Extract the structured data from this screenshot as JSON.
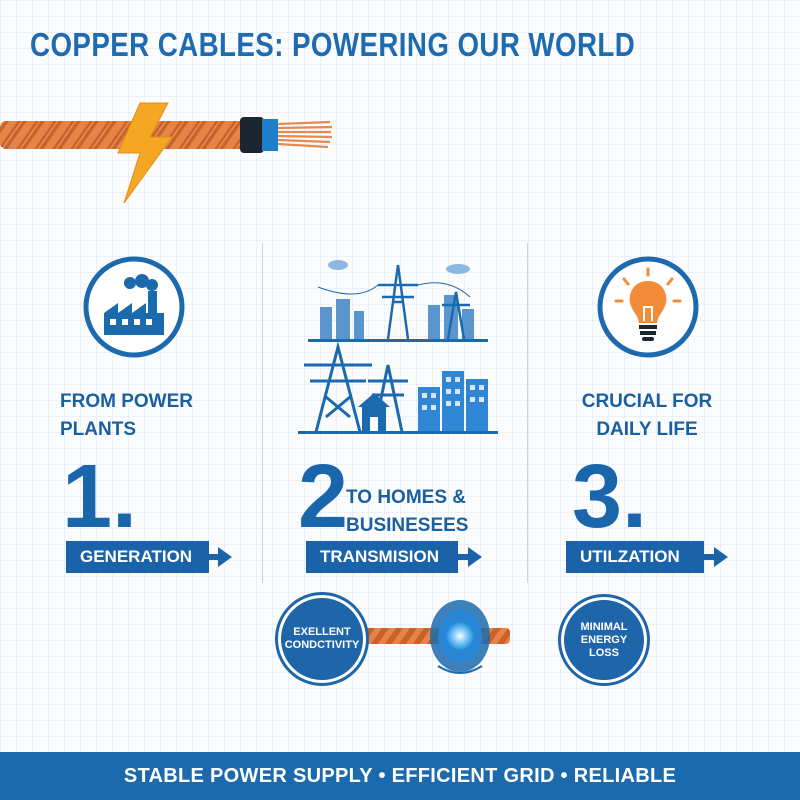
{
  "title": "COPPER CABLES: POWERING OUR WORLD",
  "columns": [
    {
      "caption_line1": "FROM POWER",
      "caption_line2": "PLANTS",
      "number": "1.",
      "label": "GENERATION",
      "icon": "factory-icon"
    },
    {
      "caption_line1": "TO HOMES &",
      "caption_line2": "BUSINESEES",
      "number": "2",
      "label": "TRANSMISION",
      "icon": "power-grid-icon"
    },
    {
      "caption_line1": "CRUCIAL FOR",
      "caption_line2": "DAILY LIFE",
      "number": "3.",
      "label": "UTILZATION",
      "icon": "light-bulb-icon"
    }
  ],
  "badges": {
    "left_line1": "EXELLENT",
    "left_line2": "CONDCTIVITY",
    "right_line1": "MINIMAL",
    "right_line2": "ENERGY",
    "right_line3": "LOSS"
  },
  "footer": "STABLE POWER SUPPLY • EFFICIENT GRID  •  RELIABLE",
  "colors": {
    "primary": "#1c6aae",
    "copper": "#e07a3e",
    "bolt": "#f5a623",
    "bulb": "#f28c38"
  }
}
